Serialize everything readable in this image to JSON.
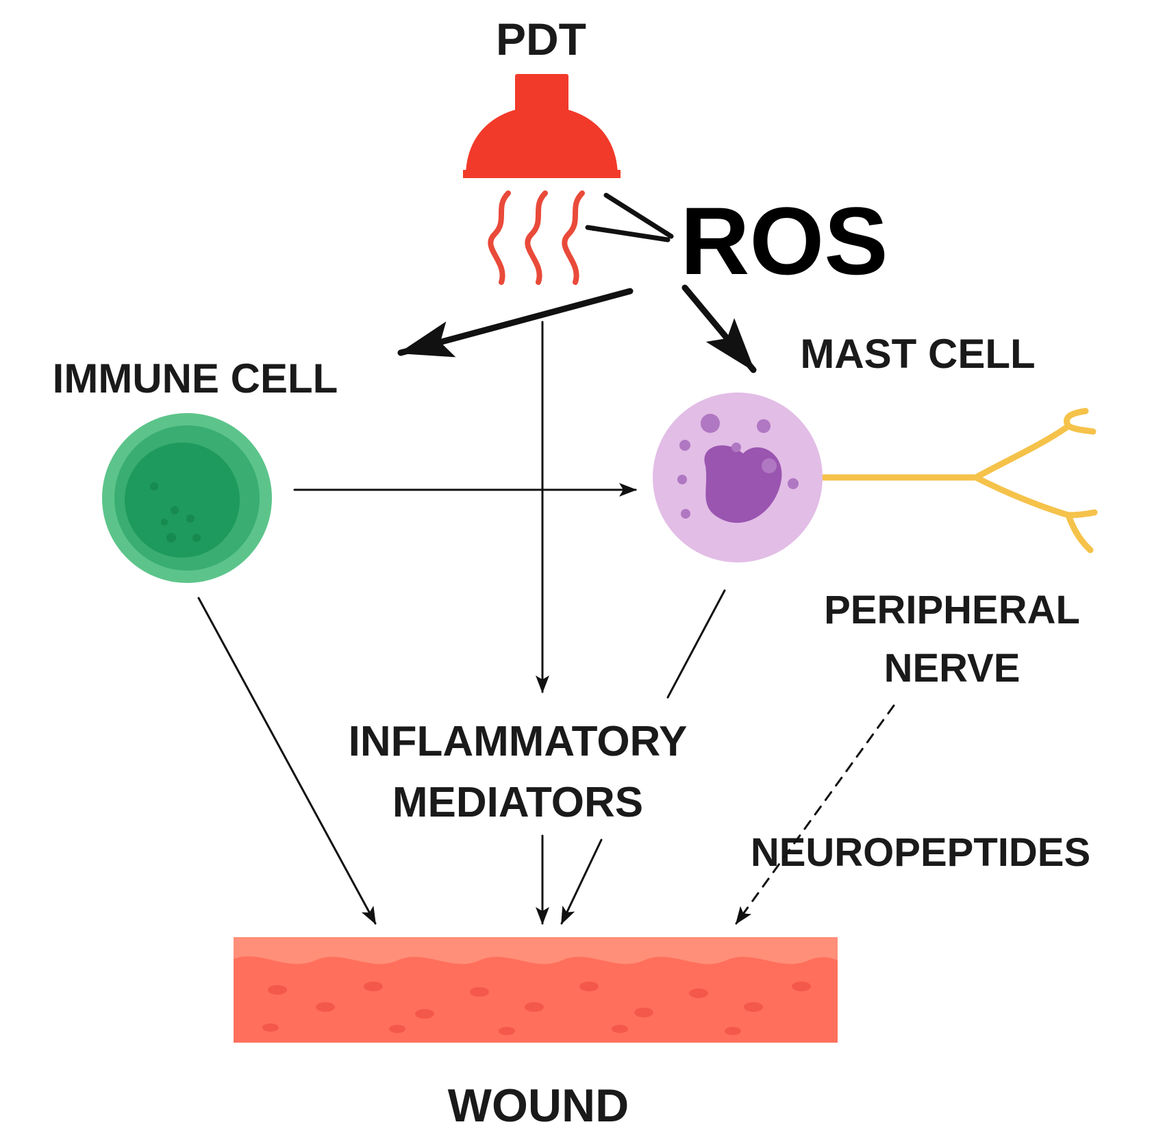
{
  "labels": {
    "pdt": "PDT",
    "ros": "ROS",
    "immune_cell": "IMMUNE CELL",
    "mast_cell": "MAST CELL",
    "peripheral_nerve_line1": "PERIPHERAL",
    "peripheral_nerve_line2": "NERVE",
    "inflammatory_line1": "INFLAMMATORY",
    "inflammatory_line2": "MEDIATORS",
    "neuropeptides": "NEUROPEPTIDES",
    "wound": "WOUND"
  },
  "icons": {
    "lamp": "pdt-lamp-icon",
    "immune_cell": "immune-cell-icon",
    "mast_cell": "mast-cell-icon",
    "nerve": "peripheral-nerve-icon",
    "wound": "wound-tissue-icon"
  },
  "colors": {
    "lamp": "#f23a2a",
    "light_waves": "#e94a3a",
    "immune_outer": "#5cc48a",
    "immune_inner": "#1f9a5e",
    "mast_outer": "#e2bde6",
    "mast_nucleus": "#9a55b0",
    "nerve": "#f5c24a",
    "wound_top": "#ff8a74",
    "wound_body": "#ff6f5c",
    "arrow": "#111111",
    "text": "#1a1a1a"
  }
}
